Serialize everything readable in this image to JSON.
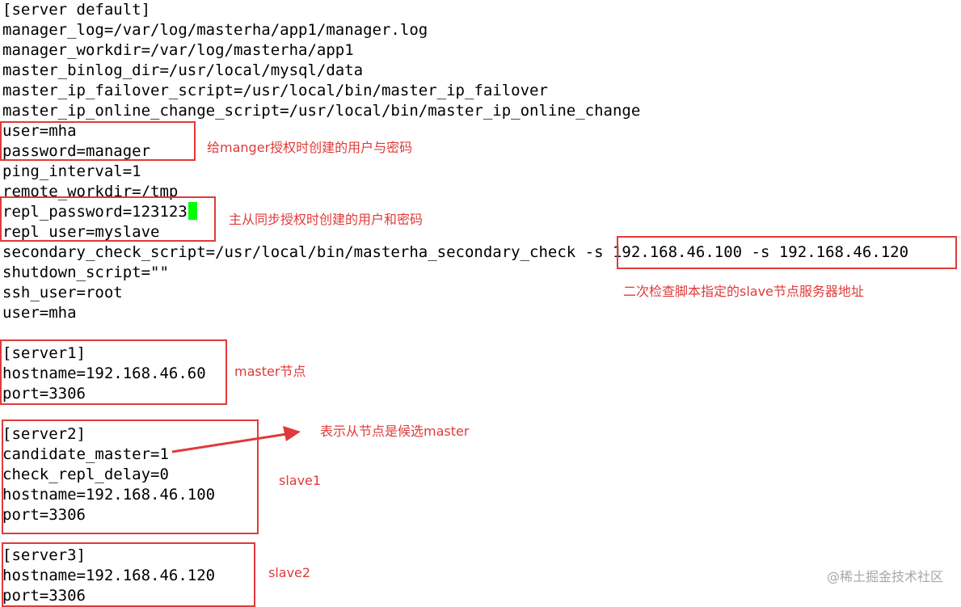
{
  "config_lines": [
    "[server default]",
    "manager_log=/var/log/masterha/app1/manager.log",
    "manager_workdir=/var/log/masterha/app1",
    "master_binlog_dir=/usr/local/mysql/data",
    "master_ip_failover_script=/usr/local/bin/master_ip_failover",
    "master_ip_online_change_script=/usr/local/bin/master_ip_online_change",
    "user=mha",
    "password=manager",
    "ping_interval=1",
    "remote_workdir=/tmp",
    "repl_password=123123",
    "repl_user=myslave",
    "secondary_check_script=/usr/local/bin/masterha_secondary_check -s 192.168.46.100 -s 192.168.46.120",
    "shutdown_script=\"\"",
    "ssh_user=root",
    "user=mha",
    "",
    "[server1]",
    "hostname=192.168.46.60",
    "port=3306",
    "",
    "[server2]",
    "candidate_master=1",
    "check_repl_delay=0",
    "hostname=192.168.46.100",
    "port=3306",
    "",
    "[server3]",
    "hostname=192.168.46.120",
    "port=3306"
  ],
  "annotations": {
    "manager_account": "给manger授权时创建的用户与密码",
    "replication_account": "主从同步授权时创建的用户和密码",
    "secondary_check": "二次检查脚本指定的slave节点服务器地址",
    "server1": "master节点",
    "server2_candidate": "表示从节点是候选master",
    "server2": "slave1",
    "server3": "slave2"
  },
  "watermark": "@稀土掘金技术社区",
  "colors": {
    "text": "#000000",
    "annotation": "#e03a3a",
    "cursor": "#00ff00",
    "watermark": "#a7a7a7",
    "background": "#ffffff"
  }
}
